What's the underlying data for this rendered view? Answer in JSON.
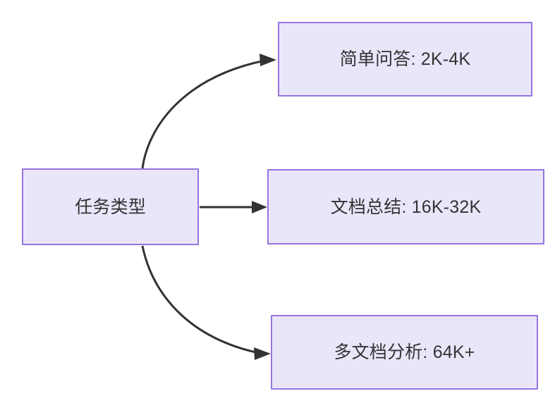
{
  "diagram": {
    "type": "flowchart",
    "direction": "left-to-right",
    "background_color": "#ffffff",
    "node_fill_color": "#e9e6fa",
    "node_border_color": "#9575e0",
    "text_color": "#333333",
    "edge_color": "#333333",
    "source": {
      "id": "task-type",
      "label": "任务类型"
    },
    "targets": [
      {
        "id": "simple-qa",
        "label": "简单问答: 2K-4K"
      },
      {
        "id": "doc-summary",
        "label": "文档总结: 16K-32K"
      },
      {
        "id": "multi-doc-analysis",
        "label": "多文档分析: 64K+"
      }
    ],
    "edges": [
      {
        "from": "task-type",
        "to": "simple-qa",
        "style": "curved",
        "label": ""
      },
      {
        "from": "task-type",
        "to": "doc-summary",
        "style": "straight",
        "label": ""
      },
      {
        "from": "task-type",
        "to": "multi-doc-analysis",
        "style": "curved",
        "label": ""
      }
    ]
  }
}
